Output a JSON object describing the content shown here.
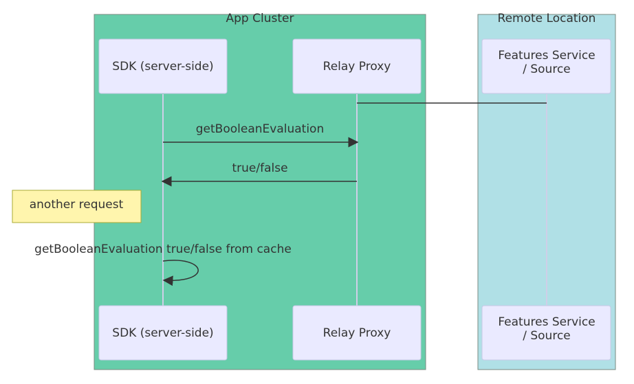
{
  "diagram": {
    "groups": {
      "app_cluster": {
        "label": "App Cluster",
        "fill": "#66cdaa"
      },
      "remote_location": {
        "label": "Remote Location",
        "fill": "#b0e0e6"
      }
    },
    "actors": {
      "sdk": {
        "top_label": "SDK (server-side)",
        "bottom_label": "SDK (server-side)"
      },
      "relay": {
        "top_label": "Relay Proxy",
        "bottom_label": "Relay Proxy"
      },
      "features": {
        "top_line1": "Features Service",
        "top_line2": "/ Source",
        "bottom_line1": "Features Service",
        "bottom_line2": "/ Source"
      }
    },
    "messages": {
      "request": "getBooleanEvaluation",
      "response": "true/false",
      "cached": "getBooleanEvaluation true/false from cache"
    },
    "note": "another request",
    "colors": {
      "actor_fill": "#eaeaff",
      "actor_stroke": "#c8c8e6",
      "lifeline": "#cfcfe8",
      "arrow": "#333333",
      "note_fill": "#fff5ad",
      "note_stroke": "#aaaa33",
      "group_stroke": "#7a8a80"
    }
  }
}
